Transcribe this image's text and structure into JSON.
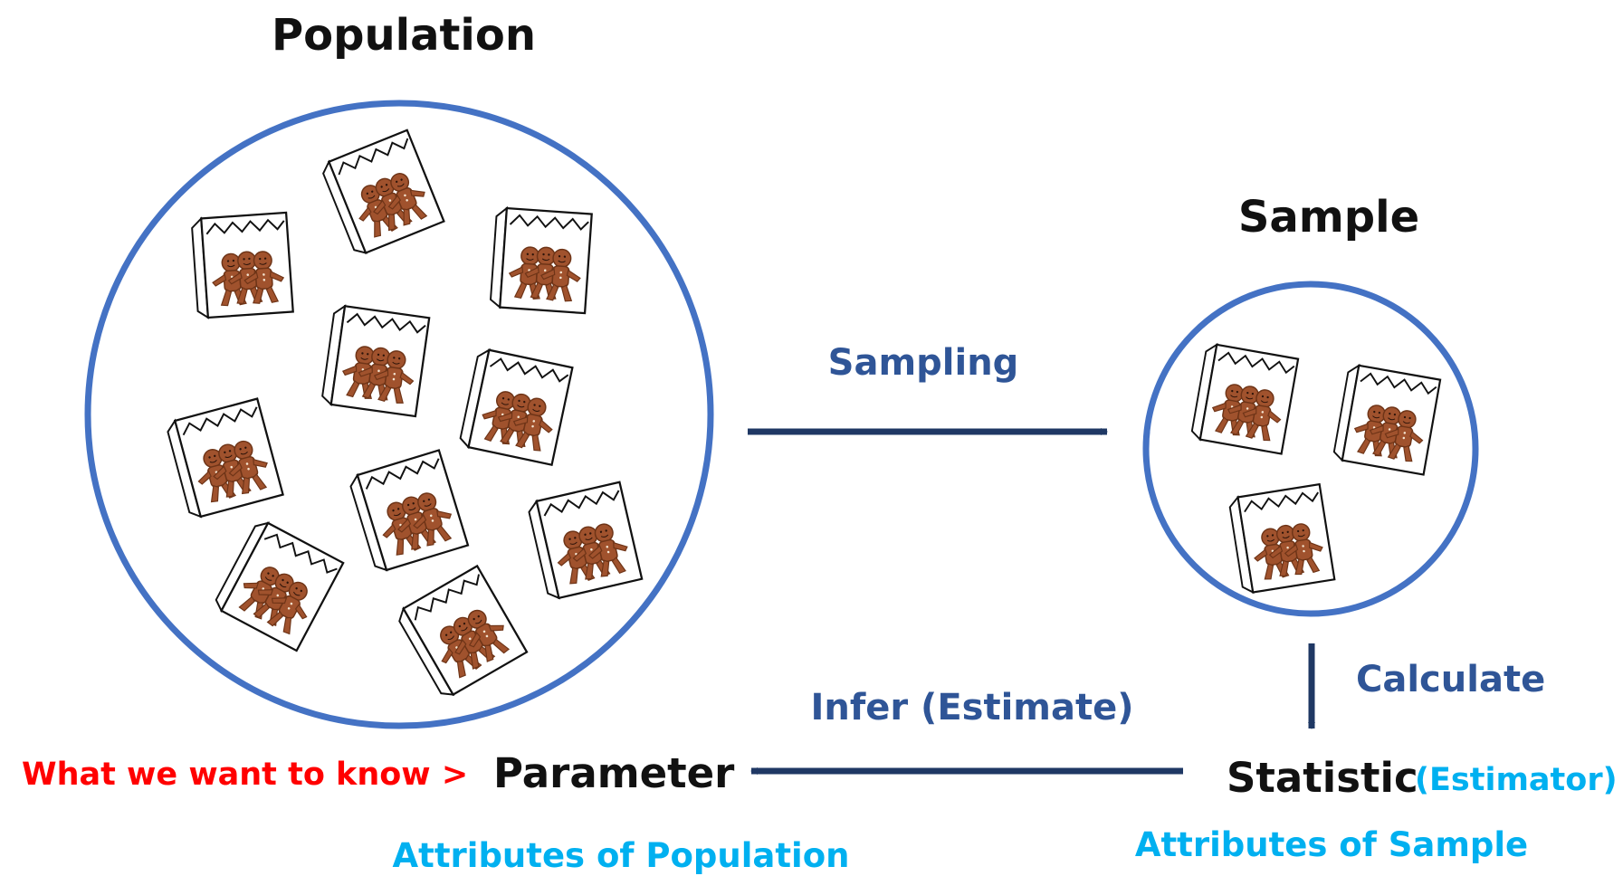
{
  "population": {
    "title": "Population",
    "bag_count": 10
  },
  "sample": {
    "title": "Sample",
    "bag_count": 3
  },
  "arrows": {
    "sampling": "Sampling",
    "calculate": "Calculate",
    "infer": "Infer (Estimate)"
  },
  "bottom": {
    "want_to_know": "What we want to know >",
    "parameter": "Parameter",
    "statistic": "Statistic",
    "estimator": "(Estimator)",
    "population_attributes": "Attributes of Population",
    "sample_attributes": "Attributes of Sample"
  },
  "colors": {
    "circle": "#4472c4",
    "arrow": "#1f3864",
    "label_dark_blue": "#2f5597",
    "red": "#ff0000",
    "light_blue": "#00b0f0",
    "black": "#111111",
    "cookie": "#a0522d",
    "cookie_dark": "#6e3417"
  },
  "icons": {
    "bag": "gingerbread-bag-icon"
  }
}
